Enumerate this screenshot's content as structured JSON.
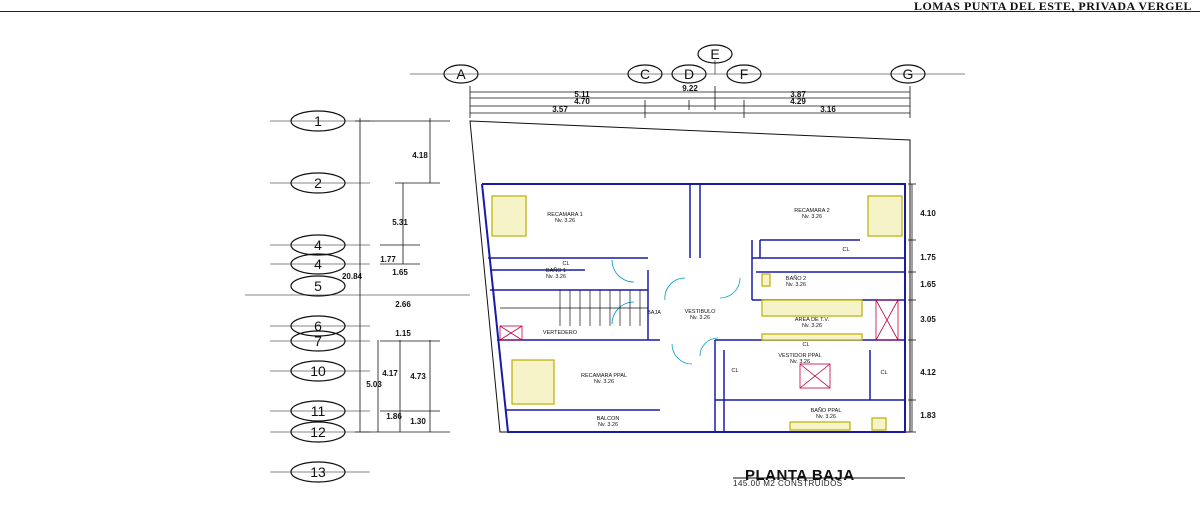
{
  "header": {
    "project": "LOMAS PUNTA DEL ESTE, PRIVADA VERGEL"
  },
  "grid": {
    "columns": [
      "A",
      "C",
      "D",
      "E",
      "F",
      "G"
    ],
    "rows": [
      "1",
      "2",
      "4",
      "4",
      "5",
      "6",
      "7",
      "10",
      "11",
      "12",
      "13"
    ]
  },
  "dimensions": {
    "top": [
      "9.22",
      "5.11",
      "3.87",
      "4.70",
      "4.29",
      "3.57",
      "3.16"
    ],
    "left": [
      "4.18",
      "5.31",
      "1.77",
      "20.84",
      "1.65",
      "2.66",
      "1.15",
      "4.17",
      "4.73",
      "5.03",
      "1.86",
      "1.30"
    ],
    "right": [
      "4.10",
      "1.75",
      "1.65",
      "3.05",
      "4.12",
      "1.83"
    ]
  },
  "rooms": {
    "recamara1": {
      "name": "RECAMARA 1",
      "level": "Nv. 3.26"
    },
    "recamara2": {
      "name": "RECAMARA 2",
      "level": "Nv. 3.26"
    },
    "cl_left": "CL",
    "cl_right": "CL",
    "bano1": {
      "name": "BAÑO 1",
      "level": "Nv. 3.26"
    },
    "bano2": {
      "name": "BAÑO 2",
      "level": "Nv. 3.26"
    },
    "baja": "BAJA",
    "vestibulo": {
      "name": "VESTIBULO",
      "level": "Nv. 3.26"
    },
    "area_tv": {
      "name": "AREA DE T.V.",
      "level": "Nv. 3.26"
    },
    "vertedero": "VERTEDERO",
    "recamara_ppal": {
      "name": "RECAMARA PPAL",
      "level": "Nv. 3.26"
    },
    "vestidor_ppal": {
      "name": "VESTIDOR PPAL",
      "level": "Nv. 3.26"
    },
    "cl_vest_top": "CL",
    "cl_vest_left": "CL",
    "cl_vest_right": "CL",
    "balcon": {
      "name": "BALCON",
      "level": "Nv. 3.26"
    },
    "bano_ppal": {
      "name": "BAÑO PPAL",
      "level": "Nv. 3.26"
    }
  },
  "plan": {
    "title": "PLANTA BAJA",
    "subtitle": "145.00 M2 CONSTRUIDOS"
  },
  "colors": {
    "walls": "#1a1aa8",
    "furniture": "#b8b000",
    "hatch": "#c0003a",
    "lines": "#111111"
  }
}
